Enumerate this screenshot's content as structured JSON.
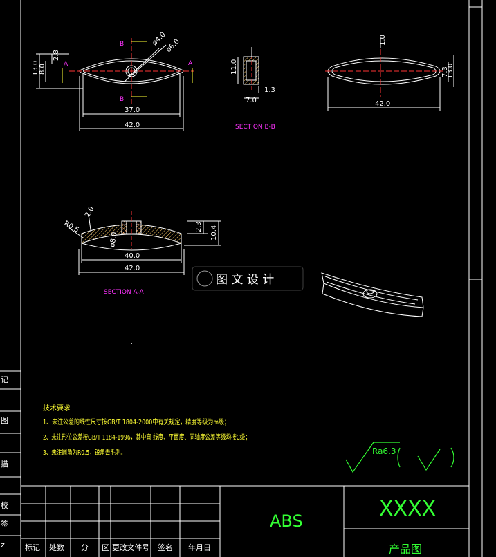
{
  "top_view": {
    "dims": {
      "d1": "ø4.0",
      "d2": "ø6.0",
      "h_overall": "13.0",
      "h_inner": "8.0",
      "offset": "2.8",
      "w_inner": "37.0",
      "w_overall": "42.0"
    },
    "markers": {
      "a_left": "A",
      "a_right": "A",
      "b_top": "B",
      "b_bottom": "B"
    }
  },
  "section_bb": {
    "label": "SECTION  B-B",
    "dims": {
      "top": "1.0",
      "height": "11.0",
      "width": "7.0",
      "side": "1.3"
    }
  },
  "bottom_view": {
    "dims": {
      "h_inner": "7.3",
      "h_overall": "13.0",
      "width": "42.0"
    }
  },
  "section_aa": {
    "label": "SECTION  A-A",
    "dims": {
      "radius": "R0.5",
      "thick": "2.0",
      "h1": "2.3",
      "h2": "10.4",
      "w_inner": "40.0",
      "w_overall": "42.0",
      "angle": "ø8.0"
    }
  },
  "watermark": "图 文 设 计",
  "tech_notes": {
    "title": "技术要求",
    "lines": [
      "1、未注公差的线性尺寸按GB/T 1804-2000中有关规定，精度等级为m级；",
      "2、未注形位公差按GB/T 1184-1996，其中直 线度、平面度、同轴度公差等级均按C级；",
      "3、未注圆角为R0.5，锐角去毛刺。"
    ]
  },
  "roughness": {
    "value": "Ra6.3"
  },
  "title_block": {
    "material": "ABS",
    "part_name": "XXXX",
    "drawing_type": "产品图",
    "headers": [
      "标记",
      "处数",
      "分",
      "区",
      "更改文件号",
      "签名",
      "年月日"
    ],
    "left_labels": [
      "记",
      "图",
      "描",
      "校",
      "签",
      "z"
    ]
  },
  "colors": {
    "background": "#000000",
    "lines": "#ffffff",
    "dimensions_text": "#ffffff",
    "section_labels": "#ff33ff",
    "notes": "#ffff33",
    "title_text": "#33ff33",
    "center_lines": "#ff3333",
    "hatch": "#ffcc66"
  }
}
